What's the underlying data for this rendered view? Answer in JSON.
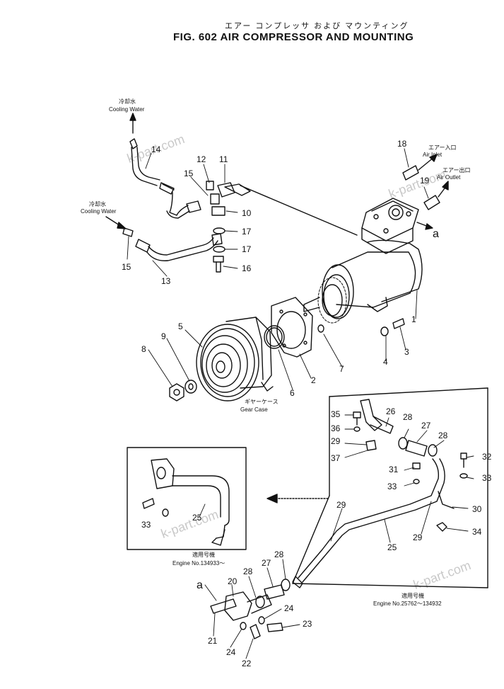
{
  "title_jp": "エアー コンプレッサ および マウンティング",
  "title": "FIG. 602  AIR COMPRESSOR AND MOUNTING",
  "labels": {
    "cooling_water_jp": "冷却水",
    "cooling_water": "Cooling Water",
    "air_inlet_jp": "エアー入口",
    "air_inlet": "Air Inlet",
    "air_outlet_jp": "エアー出口",
    "air_outlet": "Air Outlet",
    "gear_case_jp": "ギヤーケース",
    "gear_case": "Gear Case",
    "applicable_jp": "適用号機",
    "engine_a": "Engine No.134933～",
    "engine_b": "Engine No.25762～134932",
    "ref_a": "a"
  },
  "parts": [
    "1",
    "2",
    "3",
    "4",
    "5",
    "6",
    "7",
    "8",
    "9",
    "10",
    "11",
    "12",
    "13",
    "14",
    "15",
    "16",
    "17",
    "18",
    "19",
    "20",
    "21",
    "22",
    "23",
    "24",
    "25",
    "26",
    "27",
    "28",
    "29",
    "30",
    "31",
    "32",
    "33",
    "34",
    "35",
    "36",
    "37"
  ],
  "callouts": {
    "n1": "1",
    "n2": "2",
    "n3": "3",
    "n4": "4",
    "n5": "5",
    "n6": "6",
    "n7": "7",
    "n8": "8",
    "n9": "9",
    "n10": "10",
    "n11": "11",
    "n12": "12",
    "n13": "13",
    "n14": "14",
    "n15a": "15",
    "n15b": "15",
    "n16": "16",
    "n17a": "17",
    "n17b": "17",
    "n18": "18",
    "n19": "19",
    "n20": "20",
    "n21": "21",
    "n22": "22",
    "n23": "23",
    "n24a": "24",
    "n24b": "24",
    "n25a": "25",
    "n25b": "25",
    "n26": "26",
    "n27a": "27",
    "n27b": "27",
    "n28a": "28",
    "n28b": "28",
    "n28c": "28",
    "n28d": "28",
    "n29a": "29",
    "n29b": "29",
    "n29c": "29",
    "n30": "30",
    "n31": "31",
    "n32": "32",
    "n33a": "33",
    "n33b": "33",
    "n33c": "33",
    "n34": "34",
    "n35": "35",
    "n36": "36",
    "n37": "37"
  },
  "watermark": "k-part.com"
}
